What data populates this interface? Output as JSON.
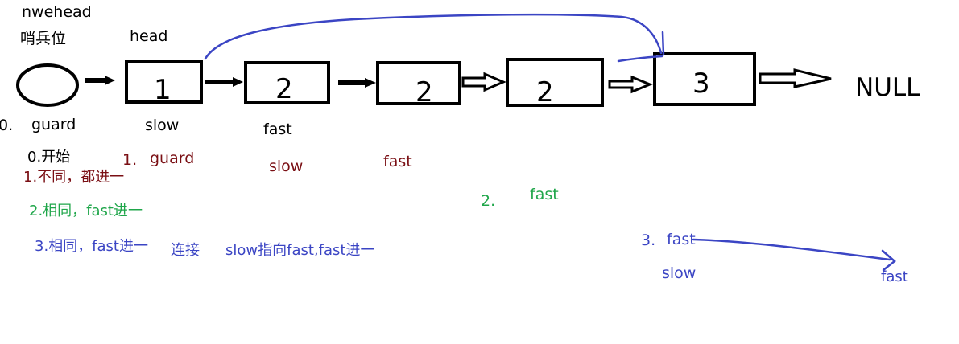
{
  "colors": {
    "black": "#000000",
    "darkred": "#7a0f14",
    "green": "#1fa64a",
    "blue": "#3b45c4"
  },
  "labels": {
    "nwehead": "nwehead",
    "sentinel": "哨兵位",
    "head": "head",
    "null": "NULL",
    "zero_left": "0.",
    "guard": "guard",
    "zero_start": "0.开始",
    "node1_slow": "slow",
    "node2_fast": "fast"
  },
  "nodes": [
    "1",
    "2",
    "2",
    "2",
    "3"
  ],
  "steps": {
    "s1": {
      "text": "1.不同，都进一",
      "num": "1.",
      "guard": "guard",
      "slow": "slow",
      "fast": "fast"
    },
    "s2": {
      "text": "2.相同，fast进一",
      "num": "2.",
      "fast": "fast"
    },
    "s3": {
      "text": "3.相同，fast进一",
      "connect": "连接",
      "desc": "slow指向fast,fast进一",
      "num": "3.",
      "fast": "fast",
      "slow": "slow",
      "fast2": "fast"
    }
  }
}
